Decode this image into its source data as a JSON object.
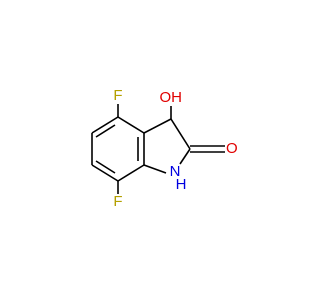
{
  "molecule": {
    "atoms": {
      "fluorine_top": {
        "text": "F",
        "color": "#b4a000"
      },
      "fluorine_bottom": {
        "text": "F",
        "color": "#b4a000"
      },
      "hydroxyl": {
        "text": "OH",
        "color": "#e00000"
      },
      "carbonyl_oxygen": {
        "text": "O",
        "color": "#e00000"
      },
      "nitrogen": {
        "text": "N",
        "color": "#0000e0"
      },
      "nitrogen_hydrogen": {
        "text": "H",
        "color": "#0000e0"
      }
    },
    "bond_color": "#000000",
    "background": "#ffffff"
  }
}
